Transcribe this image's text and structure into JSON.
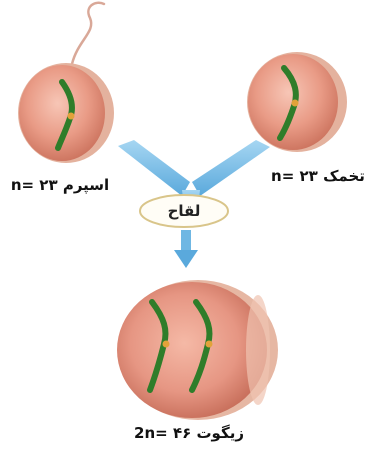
{
  "labels": {
    "sperm_word": "اسپرم ۲۳",
    "sperm_n": "n=",
    "egg_word": "تخمک ۲۳",
    "egg_n": "n=",
    "zygote_word": "زیگوت ۴۶",
    "zygote_n": "2n=",
    "fertilization": "لقاح"
  },
  "colors": {
    "cell_fill": "#e9a592",
    "cell_dark": "#c2725e",
    "cell_rim": "#e8b7a1",
    "chromosome": "#2f7d2a",
    "centromere": "#e2a23a",
    "arrow": "#6fb7e3",
    "bubble_border": "#d9c58a"
  }
}
